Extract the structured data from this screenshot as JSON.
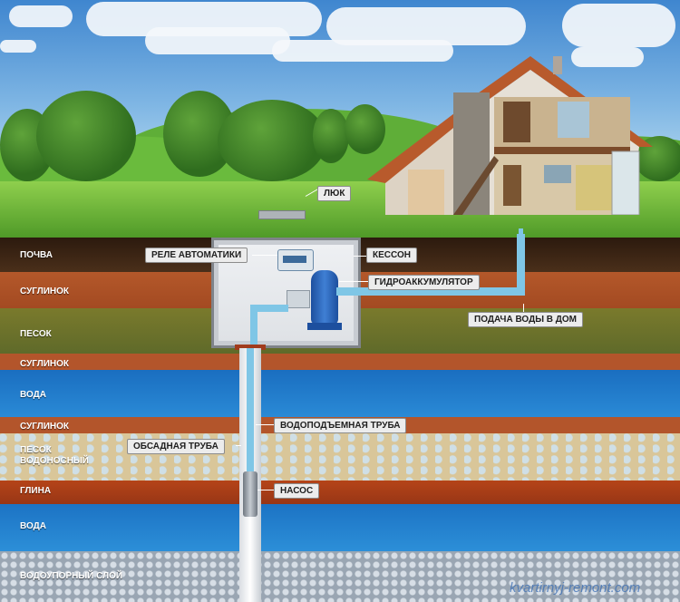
{
  "soil_labels": {
    "soil": "ПОЧВА",
    "loam1": "СУГЛИНОК",
    "sand": "ПЕСОК",
    "loam2": "СУГЛИНОК",
    "water1": "ВОДА",
    "loam3": "СУГЛИНОК",
    "aquifer_line1": "ПЕСОК",
    "aquifer_line2": "ВОДОНОСНЫЙ",
    "clay": "ГЛИНА",
    "water2": "ВОДА",
    "impermeable": "ВОДОУПОРНЫЙ СЛОЙ"
  },
  "callouts": {
    "hatch": "ЛЮК",
    "relay": "РЕЛЕ АВТОМАТИКИ",
    "caisson": "КЕССОН",
    "accumulator": "ГИДРОАККУМУЛЯТОР",
    "house_supply": "ПОДАЧА ВОДЫ В ДОМ",
    "lift_pipe": "ВОДОПОДЪЕМНАЯ ТРУБА",
    "casing_pipe": "ОБСАДНАЯ ТРУБА",
    "pump": "НАСОС"
  },
  "watermark": "kvartirnyj-remont.com",
  "colors": {
    "soil": "#3b2414",
    "loam": "#b4582a",
    "sand": "#8a8a3a",
    "water": "#1f78c8",
    "clay": "#a8401c",
    "aquifer": "#d8c49a",
    "impermeable": "#a9b2bd",
    "pipe": "#7fc6e6"
  }
}
